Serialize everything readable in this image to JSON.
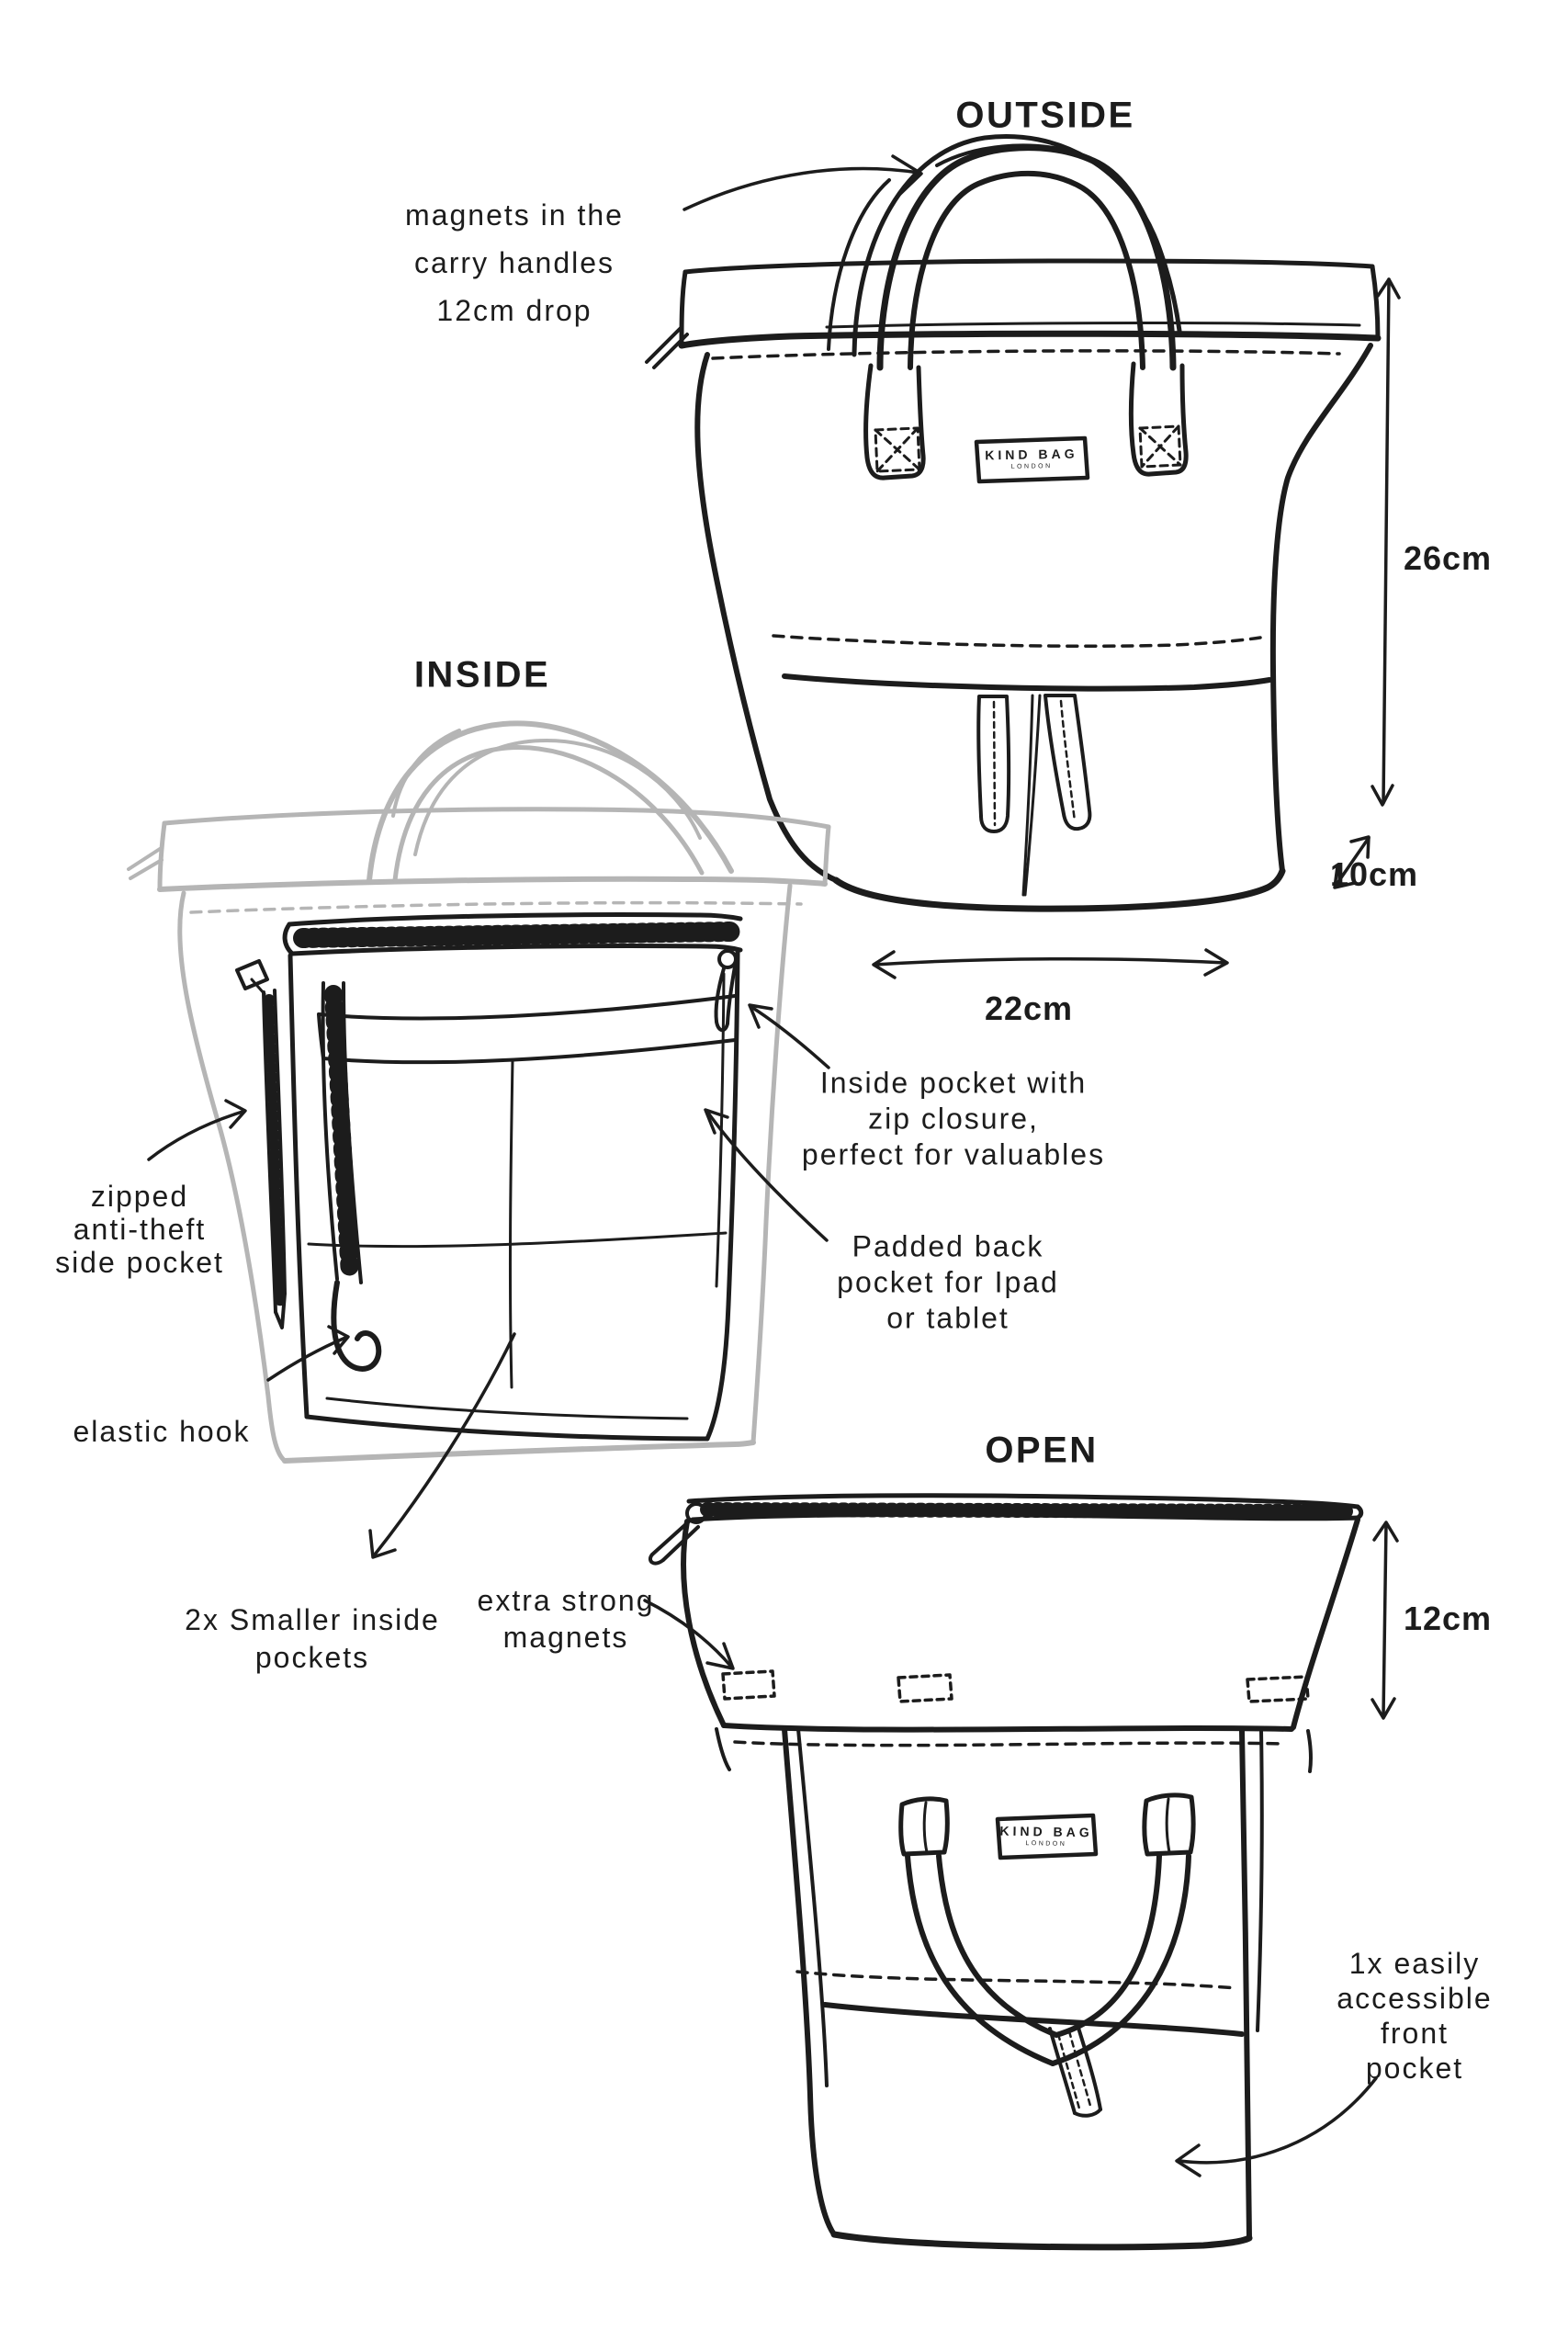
{
  "colors": {
    "ink": "#1c1c1c",
    "grey": "#b5b5b5",
    "background": "#ffffff"
  },
  "titles": {
    "outside": "OUTSIDE",
    "inside": "INSIDE",
    "open": "OPEN"
  },
  "brand": {
    "name": "KIND BAG",
    "city": "LONDON"
  },
  "outside_view": {
    "magnets_note": "magnets in the\ncarry handles\n12cm drop",
    "height_label": "26cm",
    "depth_label": "10cm",
    "width_label": "22cm"
  },
  "inside_view": {
    "side_pocket_note": "zipped\nanti-theft\nside pocket",
    "zip_pocket_note": "Inside pocket with\nzip closure,\nperfect for valuables",
    "padded_pocket_note": "Padded back\npocket for Ipad\nor tablet",
    "elastic_hook_note": "elastic hook",
    "small_pockets_note": "2x Smaller inside\npockets"
  },
  "open_view": {
    "magnets_note": "extra strong\nmagnets",
    "flap_height_label": "12cm",
    "front_pocket_note": "1x easily\naccessible\nfront pocket"
  }
}
